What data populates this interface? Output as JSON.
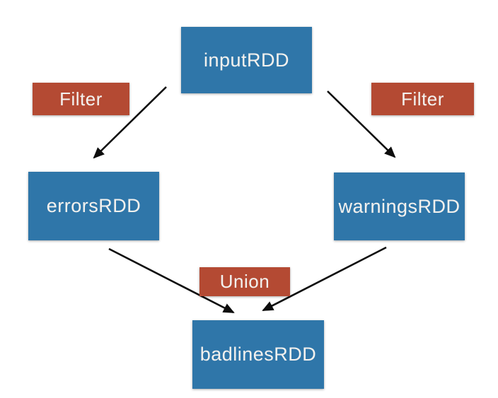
{
  "diagram": {
    "description": "RDD lineage flow diagram",
    "colors": {
      "rdd_node_fill": "#2f76a9",
      "operation_fill": "#b44a33",
      "label_text": "#f3f1ee",
      "arrow": "#0d0d0d",
      "background": "#ffffff"
    },
    "nodes": [
      {
        "id": "inputRDD",
        "label": "inputRDD",
        "type": "rdd"
      },
      {
        "id": "errorsRDD",
        "label": "errorsRDD",
        "type": "rdd"
      },
      {
        "id": "warningsRDD",
        "label": "warningsRDD",
        "type": "rdd"
      },
      {
        "id": "badlinesRDD",
        "label": "badlinesRDD",
        "type": "rdd"
      }
    ],
    "operations": [
      {
        "id": "filter-left",
        "label": "Filter"
      },
      {
        "id": "filter-right",
        "label": "Filter"
      },
      {
        "id": "union",
        "label": "Union"
      }
    ],
    "edges": [
      {
        "from": "inputRDD",
        "to": "errorsRDD",
        "operation": "Filter"
      },
      {
        "from": "inputRDD",
        "to": "warningsRDD",
        "operation": "Filter"
      },
      {
        "from": "errorsRDD",
        "to": "badlinesRDD",
        "operation": "Union"
      },
      {
        "from": "warningsRDD",
        "to": "badlinesRDD",
        "operation": "Union"
      }
    ]
  }
}
